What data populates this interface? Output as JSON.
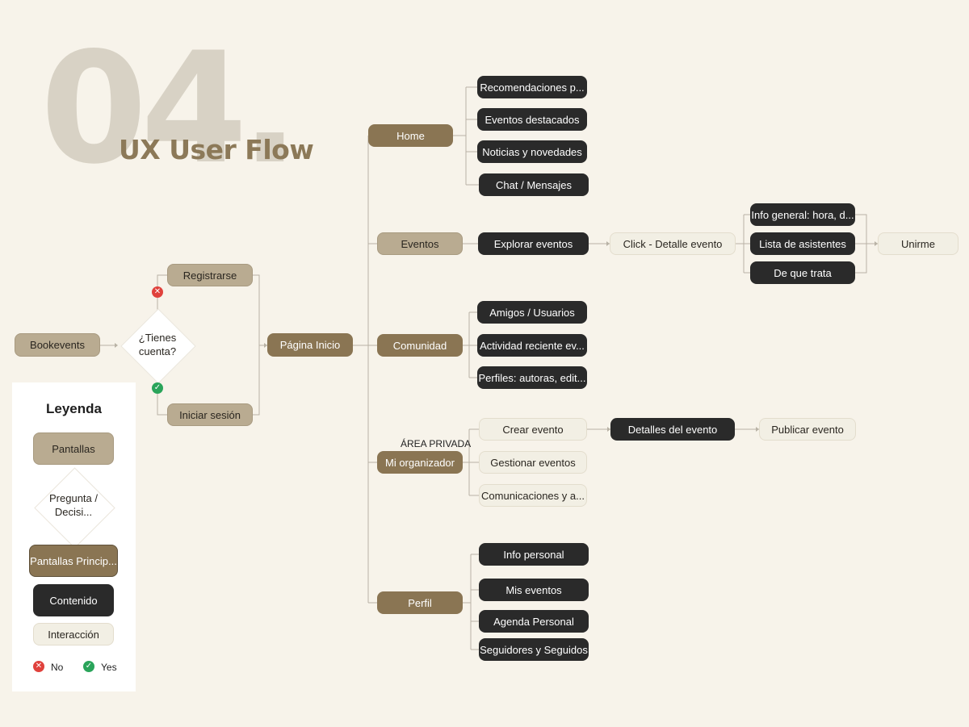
{
  "header": {
    "number": "04.",
    "title": "UX User Flow"
  },
  "root": {
    "start": "Bookevents",
    "question": "¿Tienes cuenta?",
    "register": "Registrarse",
    "login": "Iniciar sesión",
    "home_page": "Página Inicio"
  },
  "sections": {
    "home": {
      "label": "Home",
      "items": [
        "Recomendaciones p...",
        "Eventos destacados",
        "Noticias y novedades",
        "Chat / Mensajes"
      ]
    },
    "eventos": {
      "label": "Eventos",
      "explore": "Explorar eventos",
      "detail": "Click - Detalle evento",
      "items": [
        "Info general: hora, d...",
        "Lista de asistentes",
        "De que trata"
      ],
      "join": "Unirme"
    },
    "comunidad": {
      "label": "Comunidad",
      "items": [
        "Amigos / Usuarios",
        "Actividad reciente ev...",
        "Perfiles: autoras, edit..."
      ]
    },
    "organizador": {
      "label": "Mi organizador",
      "area_label": "ÁREA PRIVADA",
      "items": [
        "Crear evento",
        "Gestionar eventos",
        "Comunicaciones y a..."
      ],
      "detail": "Detalles del evento",
      "publish": "Publicar evento"
    },
    "perfil": {
      "label": "Perfil",
      "items": [
        "Info personal",
        "Mis eventos",
        "Agenda Personal",
        "Seguidores y Seguidos"
      ]
    }
  },
  "legend": {
    "title": "Leyenda",
    "screens": "Pantallas",
    "question": "Pregunta / Decisi...",
    "main_screens": "Pantallas Princip...",
    "content": "Contenido",
    "interaction": "Interacción",
    "no": "No",
    "yes": "Yes"
  },
  "colors": {
    "background": "#f7f3ea",
    "screen": "#b9ab91",
    "main_screen": "#8a7553",
    "content": "#2a2a2a",
    "interaction": "#f2efe4",
    "no": "#e0413c",
    "yes": "#2aa45a"
  }
}
